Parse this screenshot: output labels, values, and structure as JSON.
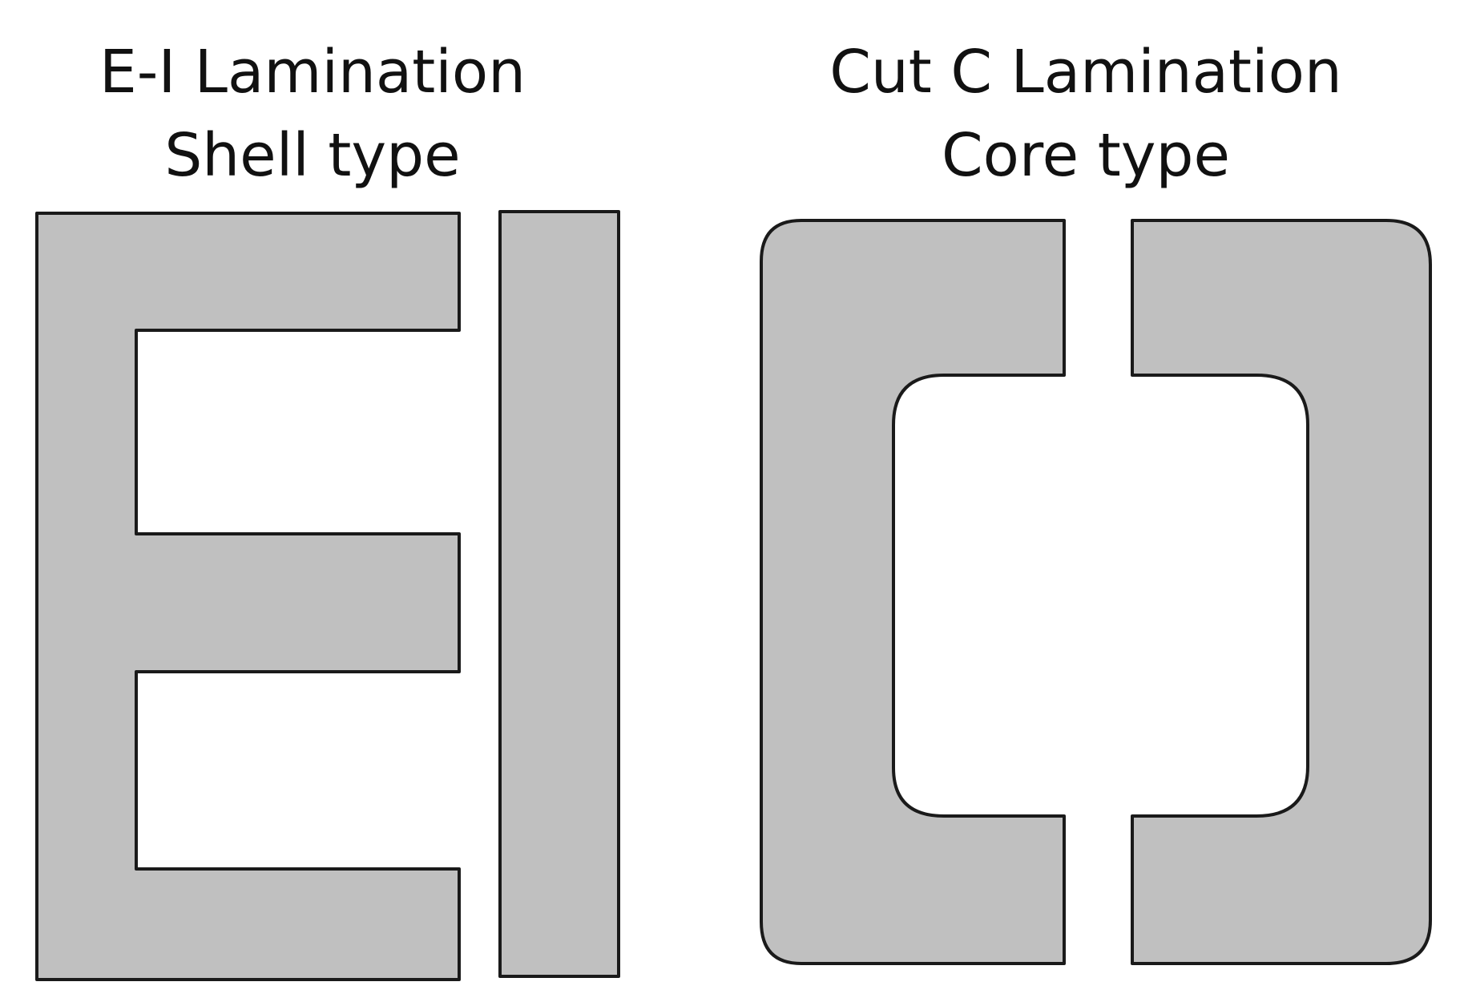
{
  "left_panel": {
    "title_line1": "E-I Lamination",
    "title_line2": "Shell type"
  },
  "right_panel": {
    "title_line1": "Cut C Lamination",
    "title_line2": "Core type"
  },
  "colors": {
    "core_fill": "#c0c0c0",
    "outline": "#1a1a1a",
    "background": "#ffffff"
  }
}
